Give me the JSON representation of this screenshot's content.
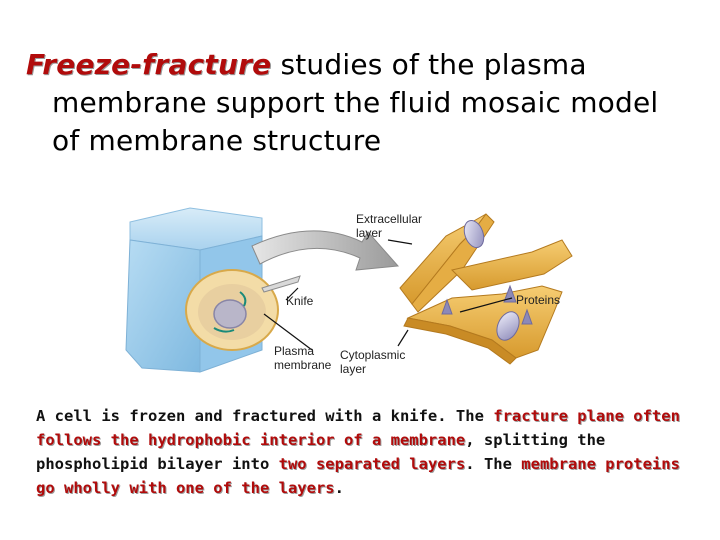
{
  "title": {
    "highlight": "Freeze-fracture",
    "line1_rest": " studies of the plasma",
    "line2": "membrane support the fluid mosaic model",
    "line3": "of membrane structure"
  },
  "figure": {
    "labels": {
      "extracellular_1": "Extracellular",
      "extracellular_2": "layer",
      "knife": "Knife",
      "proteins": "Proteins",
      "plasma_1": "Plasma",
      "plasma_2": "membrane",
      "cytoplasmic_1": "Cytoplasmic",
      "cytoplasmic_2": "layer"
    }
  },
  "caption": {
    "t1": "A cell is frozen and fractured with a knife. The ",
    "h1": "fracture plane",
    "t2": " ",
    "h2": "often follows the hydrophobic interior of a membrane",
    "t3": ", splitting the phospholipid bilayer into ",
    "h3": "two separated layers",
    "t4": ". The ",
    "h4": "membrane proteins go wholly with one of the layers",
    "t5": "."
  }
}
